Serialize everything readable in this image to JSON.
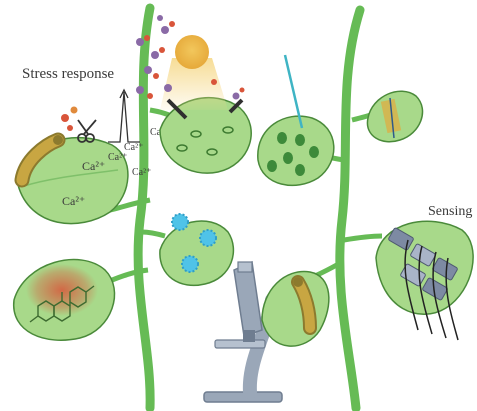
{
  "labels": {
    "stress_response": "Stress response",
    "sensing": "Sensing"
  },
  "calcium": {
    "ca_1": "Ca²⁺",
    "ca_2": "Ca²⁺",
    "ca_3": "Ca²⁺",
    "ca_4": "Ca²⁺",
    "ca_5": "Ca²⁺",
    "ca_6": "Ca²⁺"
  },
  "colors": {
    "stem": "#66bb55",
    "leaf_fill": "#a8d98a",
    "leaf_outline": "#4a8a3a",
    "caterpillar": "#c8a642",
    "virus": "#4fc3e8",
    "hot_spot": "#d9553a",
    "microscope": "#9aa7b8",
    "text": "#3a3a3a"
  },
  "icons": [
    "caterpillar-icon",
    "scissors-icon",
    "virus-icon",
    "microscope-icon",
    "sensor-icon",
    "molecule-icon"
  ]
}
